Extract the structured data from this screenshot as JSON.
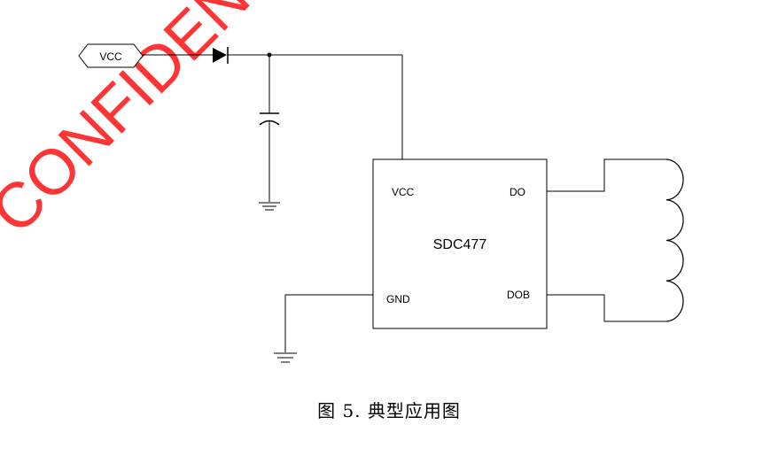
{
  "watermark": {
    "text": "CONFIDENTIAL",
    "color": "#ff2a2a"
  },
  "input_port": {
    "label": "VCC"
  },
  "ic": {
    "name": "SDC477",
    "pins": {
      "vcc": "VCC",
      "gnd": "GND",
      "do": "DO",
      "dob": "DOB"
    }
  },
  "caption": "图 5.  典型应用图",
  "colors": {
    "line": "#000000",
    "background": "#ffffff"
  },
  "components": {
    "diode": "diode-icon",
    "capacitor": "capacitor-icon",
    "ground": "ground-icon",
    "coil": "coil-icon"
  }
}
